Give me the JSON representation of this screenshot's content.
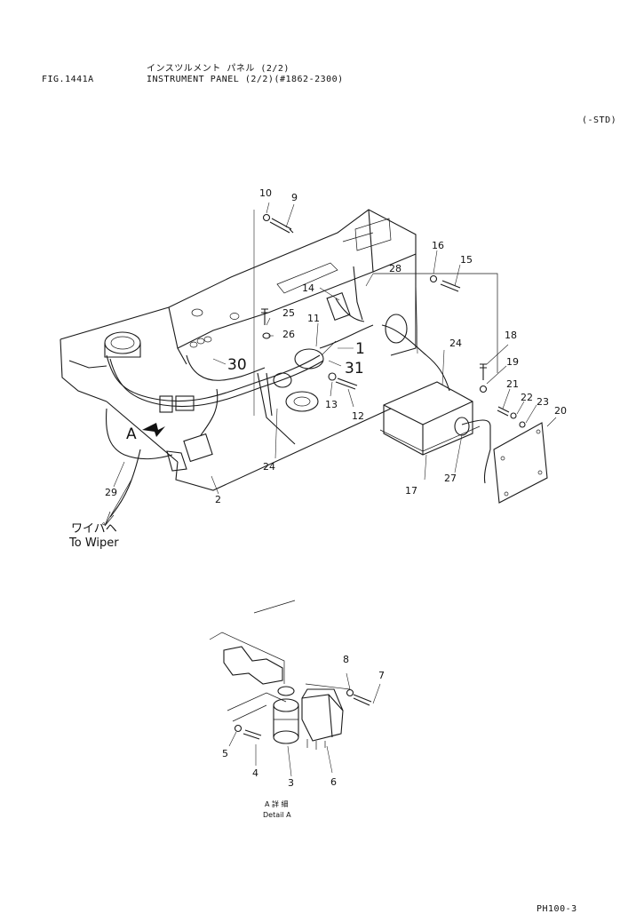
{
  "header": {
    "fig_id": "FIG.1441A",
    "title_jp": "インスツルメント パネル (2/2)",
    "title_en": "INSTRUMENT PANEL (2/2)(#1862-2300)",
    "variant": "(-STD)"
  },
  "main_view": {
    "callouts": {
      "c1": "1",
      "c2": "2",
      "c9": "9",
      "c10": "10",
      "c11": "11",
      "c12": "12",
      "c13": "13",
      "c14": "14",
      "c15": "15",
      "c16": "16",
      "c17": "17",
      "c18": "18",
      "c19": "19",
      "c20": "20",
      "c21": "21",
      "c22": "22",
      "c23": "23",
      "c24a": "24",
      "c24b": "24",
      "c25": "25",
      "c26": "26",
      "c27": "27",
      "c28": "28",
      "c29": "29",
      "c30": "30",
      "c31": "31"
    },
    "view_marker": "A",
    "wiper_jp": "ワイパヘ",
    "wiper_en": "To Wiper"
  },
  "detail_view": {
    "callouts": {
      "c3": "3",
      "c4": "4",
      "c5": "5",
      "c6": "6",
      "c7": "7",
      "c8": "8"
    },
    "label_jp": "A 詳 細",
    "label_en": "Detail A"
  },
  "footer": {
    "sheet_ref": "PH100-3"
  }
}
